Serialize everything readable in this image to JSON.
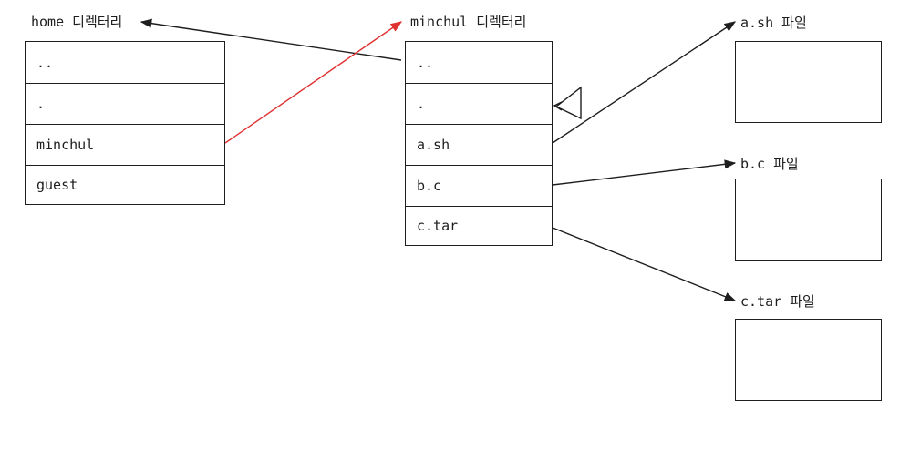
{
  "home_dir": {
    "title": "home 디렉터리",
    "entries": [
      "..",
      ".",
      "minchul",
      "guest"
    ]
  },
  "minchul_dir": {
    "title": "minchul 디렉터리",
    "entries": [
      "..",
      ".",
      "a.sh",
      "b.c",
      "c.tar"
    ]
  },
  "files": [
    {
      "label": "a.sh 파일"
    },
    {
      "label": "b.c 파일"
    },
    {
      "label": "c.tar 파일"
    }
  ],
  "colors": {
    "stroke": "#1e1e1e",
    "highlight_arrow": "#e03131"
  }
}
